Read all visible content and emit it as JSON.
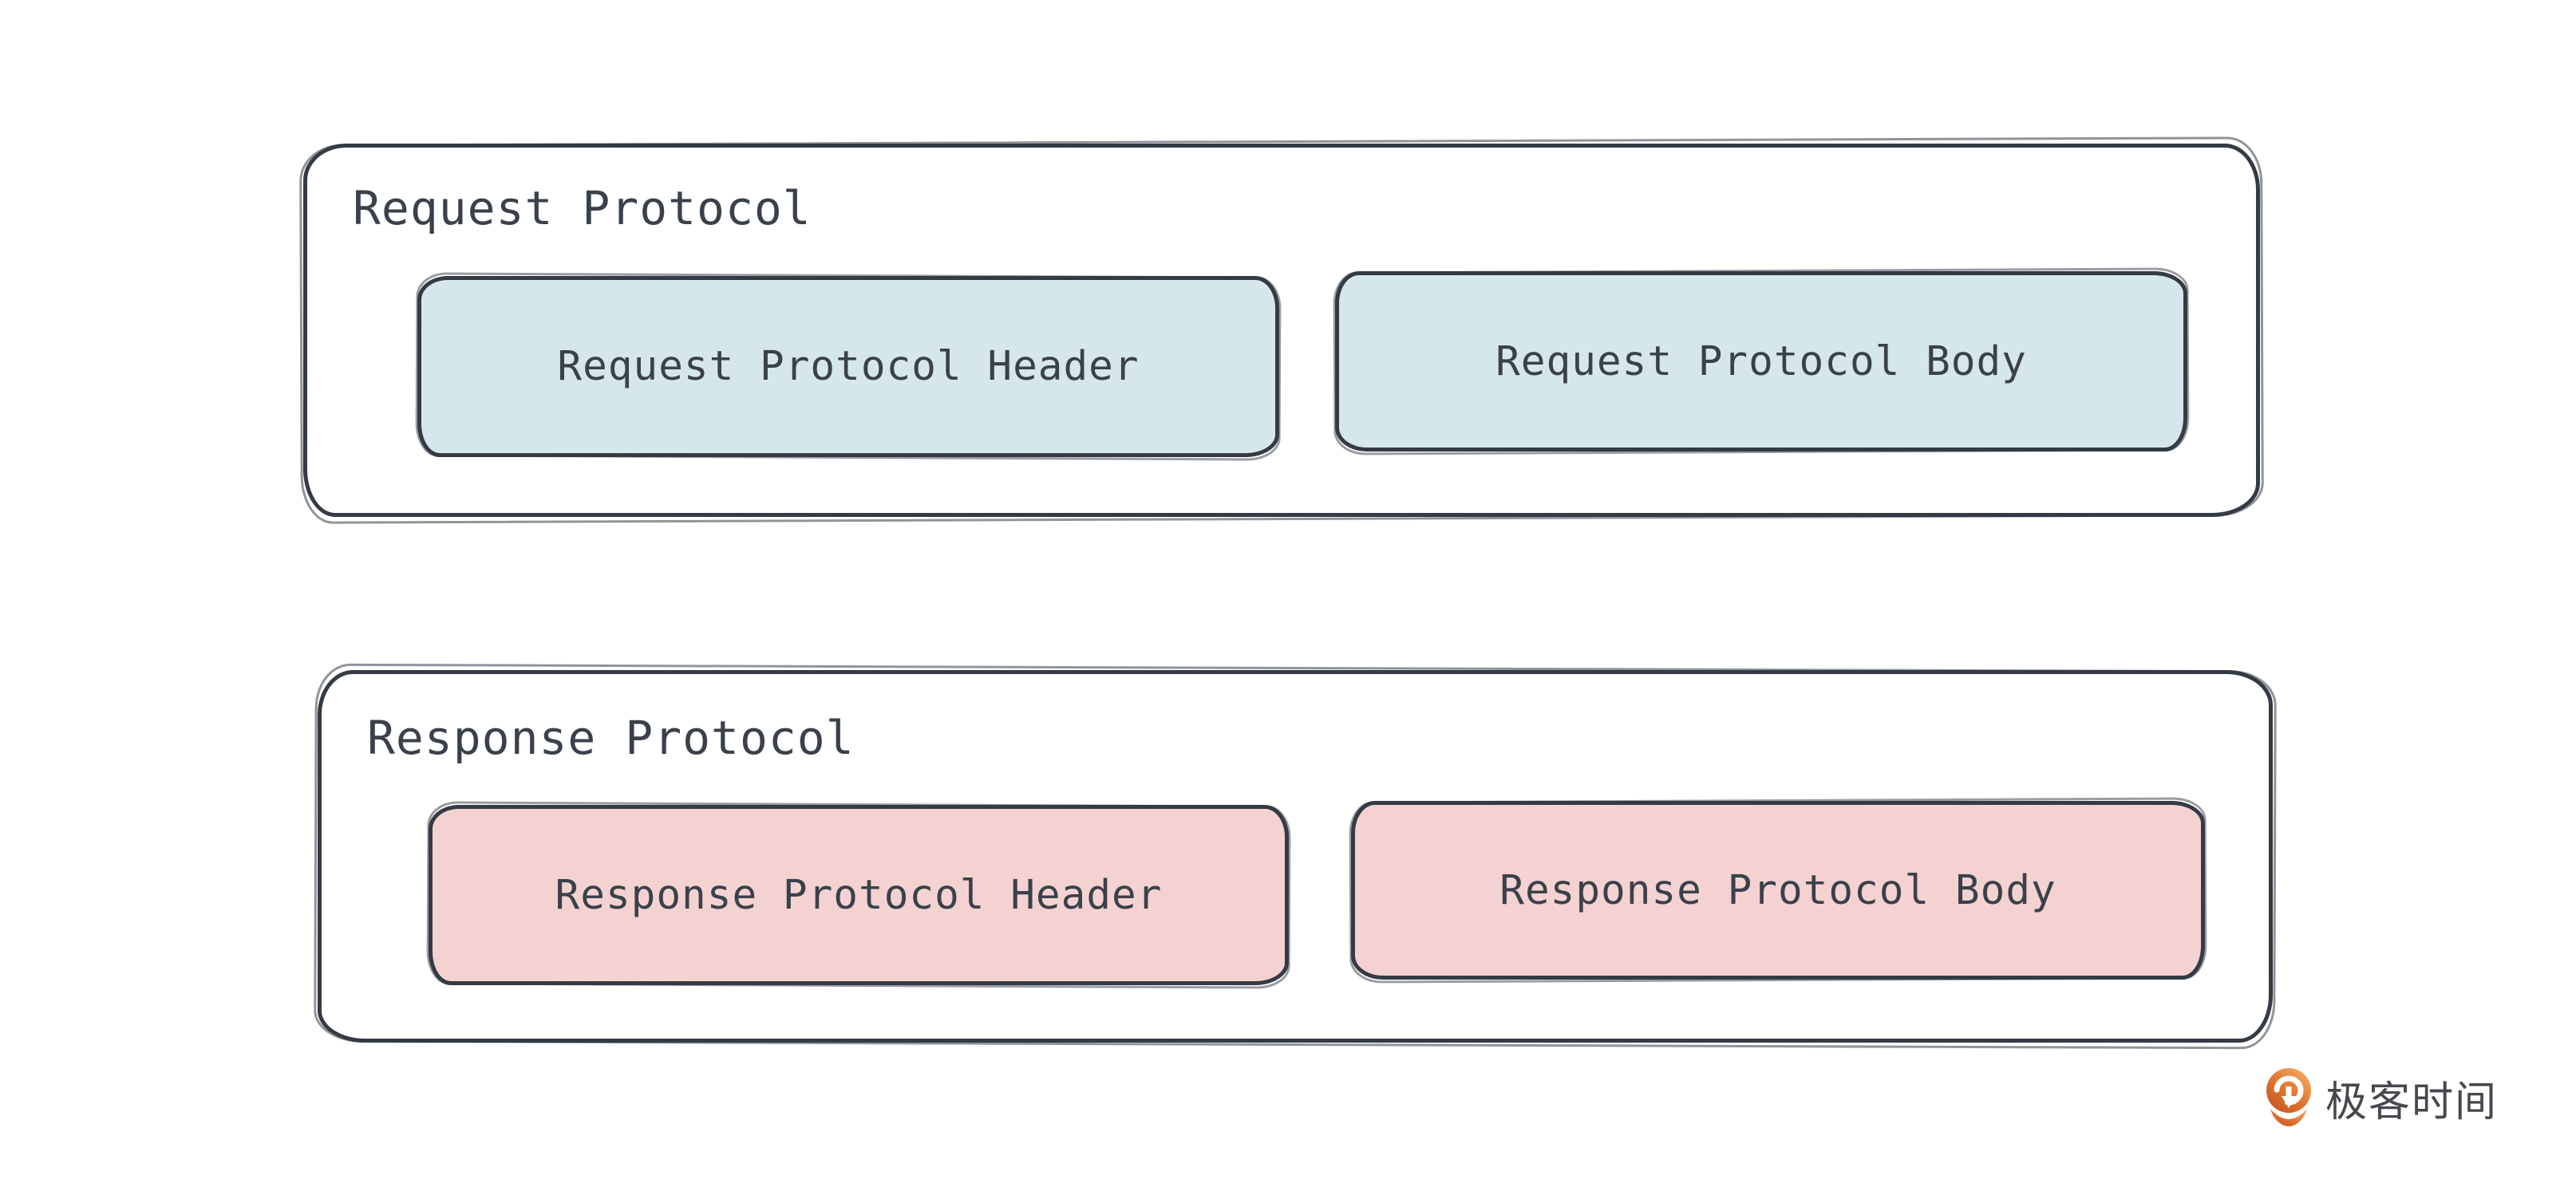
{
  "diagram": {
    "request": {
      "label": "Request Protocol",
      "header": "Request Protocol Header",
      "body": "Request Protocol Body"
    },
    "response": {
      "label": "Response Protocol",
      "header": "Response Protocol Header",
      "body": "Response Protocol Body"
    }
  },
  "brand": {
    "name": "极客时间",
    "icon": "geektime-pin-icon"
  },
  "colors": {
    "ink": "#343b44",
    "text": "#3a414a",
    "request-fill": "#d6e6ed",
    "response-fill": "#f5d2d2",
    "canvas-bg": "#ffffff",
    "brand-orange": "#e0722f",
    "brand-text": "#45484d"
  }
}
